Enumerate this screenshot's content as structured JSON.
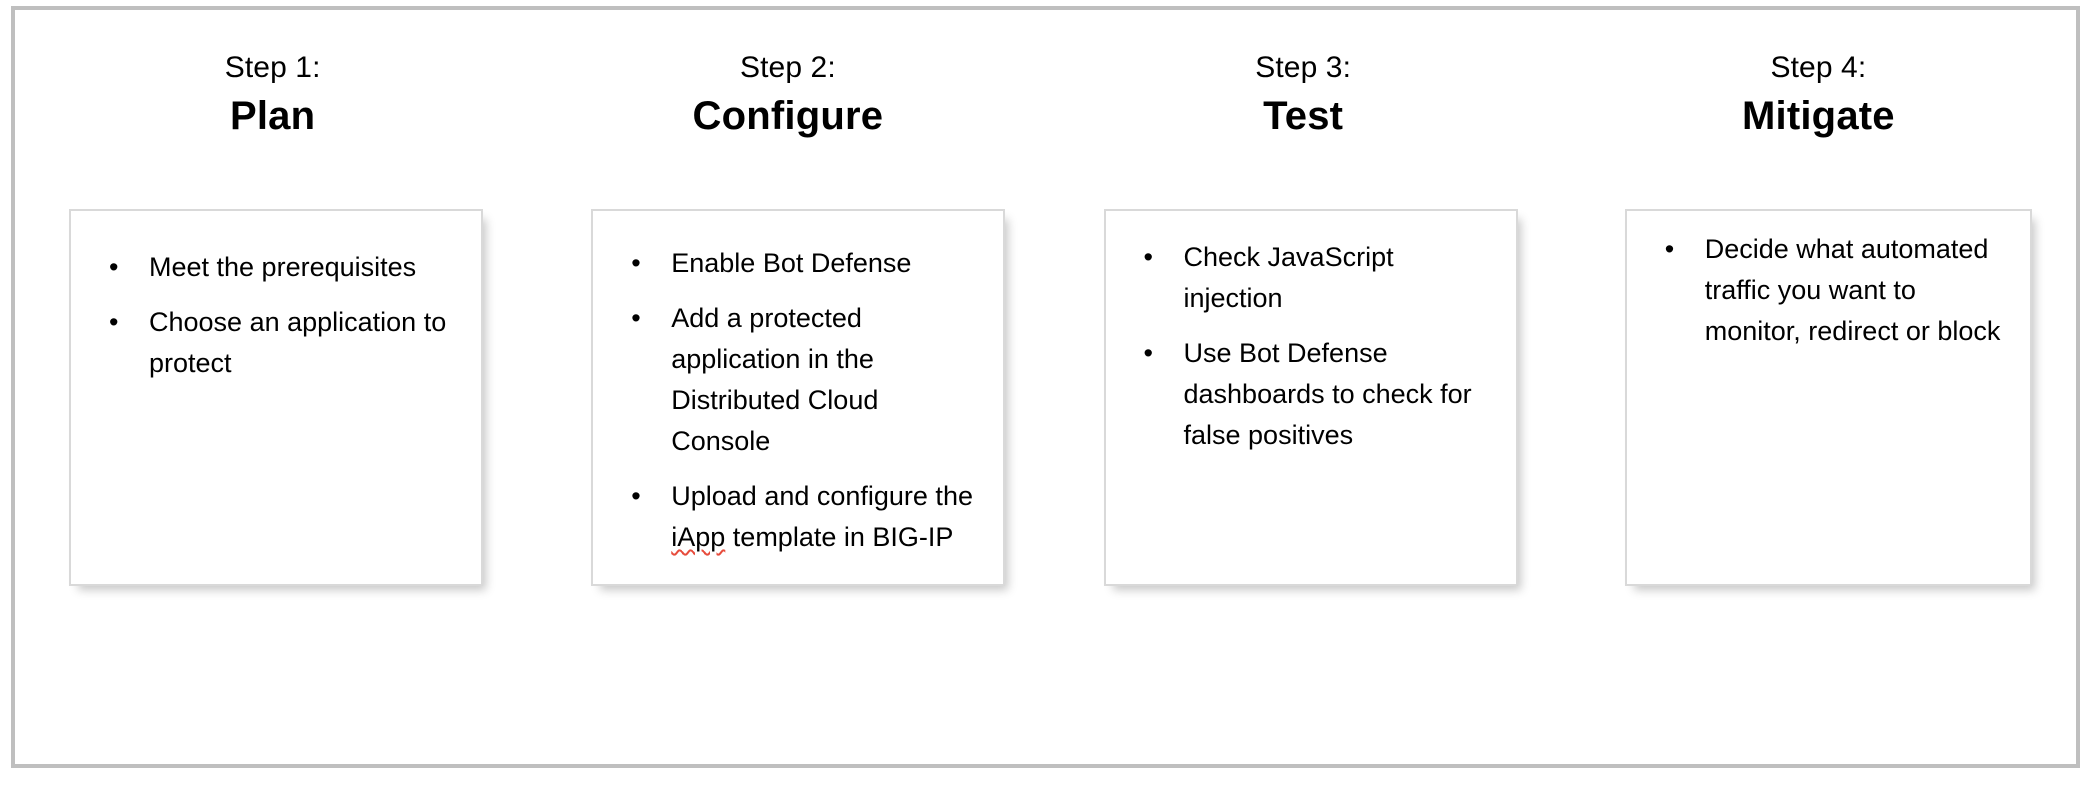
{
  "slide": {
    "frame_border_color": "#bfbfbf",
    "background_color": "#ffffff",
    "card_border_color": "#d9d9d9",
    "text_color": "#000000",
    "spellcheck_underline_color": "#e74c3c"
  },
  "columns": [
    {
      "step_label": "Step 1:",
      "step_title": "Plan",
      "bullet_marker": "•",
      "bullets": [
        {
          "text": "Meet the prerequisites"
        },
        {
          "text": "Choose an application to protect"
        }
      ]
    },
    {
      "step_label": "Step 2:",
      "step_title": "Configure",
      "bullet_marker": "•",
      "bullets": [
        {
          "text": "Enable Bot Defense"
        },
        {
          "text": "Add a protected application in the Distributed Cloud Console"
        },
        {
          "text_before": "Upload and configure the ",
          "misspelled_word": "iApp",
          "text_after": " template in BIG-IP"
        }
      ]
    },
    {
      "step_label": "Step 3:",
      "step_title": "Test",
      "bullet_marker": "•",
      "bullets": [
        {
          "text": "Check JavaScript injection"
        },
        {
          "text": "Use Bot Defense dashboards to check for false positives"
        }
      ]
    },
    {
      "step_label": "Step 4:",
      "step_title": "Mitigate",
      "bullet_marker": "•",
      "bullets": [
        {
          "text": "Decide what automated traffic you want to monitor, redirect or block"
        }
      ]
    }
  ]
}
